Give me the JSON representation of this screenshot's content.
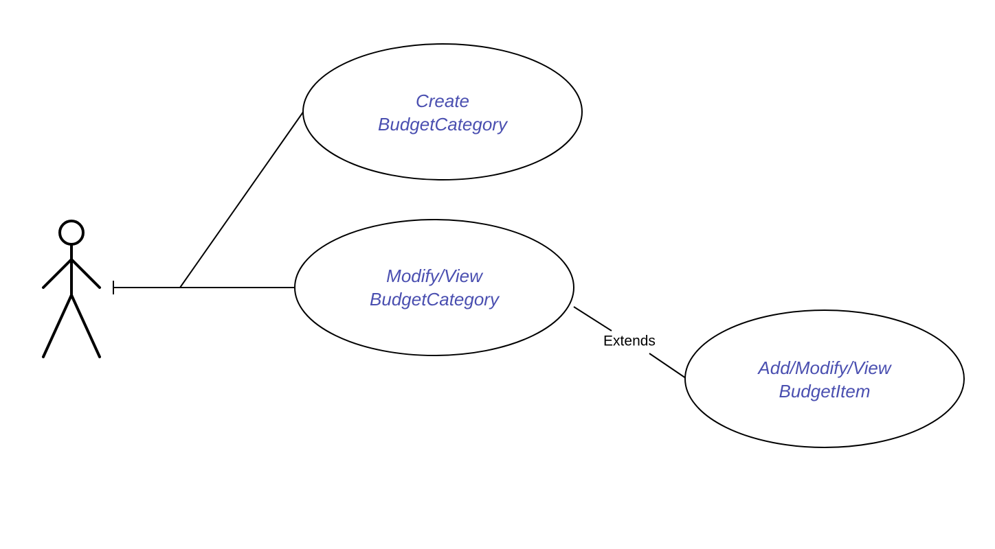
{
  "colors": {
    "usecase_text": "#4a4fb0",
    "line": "#000000",
    "label": "#000000"
  },
  "actor": {
    "icon": "stick-figure-icon"
  },
  "use_cases": [
    {
      "line1": "Create",
      "line2": "BudgetCategory"
    },
    {
      "line1": "Modify/View",
      "line2": "BudgetCategory"
    },
    {
      "line1": "Add/Modify/View",
      "line2": "BudgetItem"
    }
  ],
  "relations": {
    "extends_label": "Extends"
  }
}
